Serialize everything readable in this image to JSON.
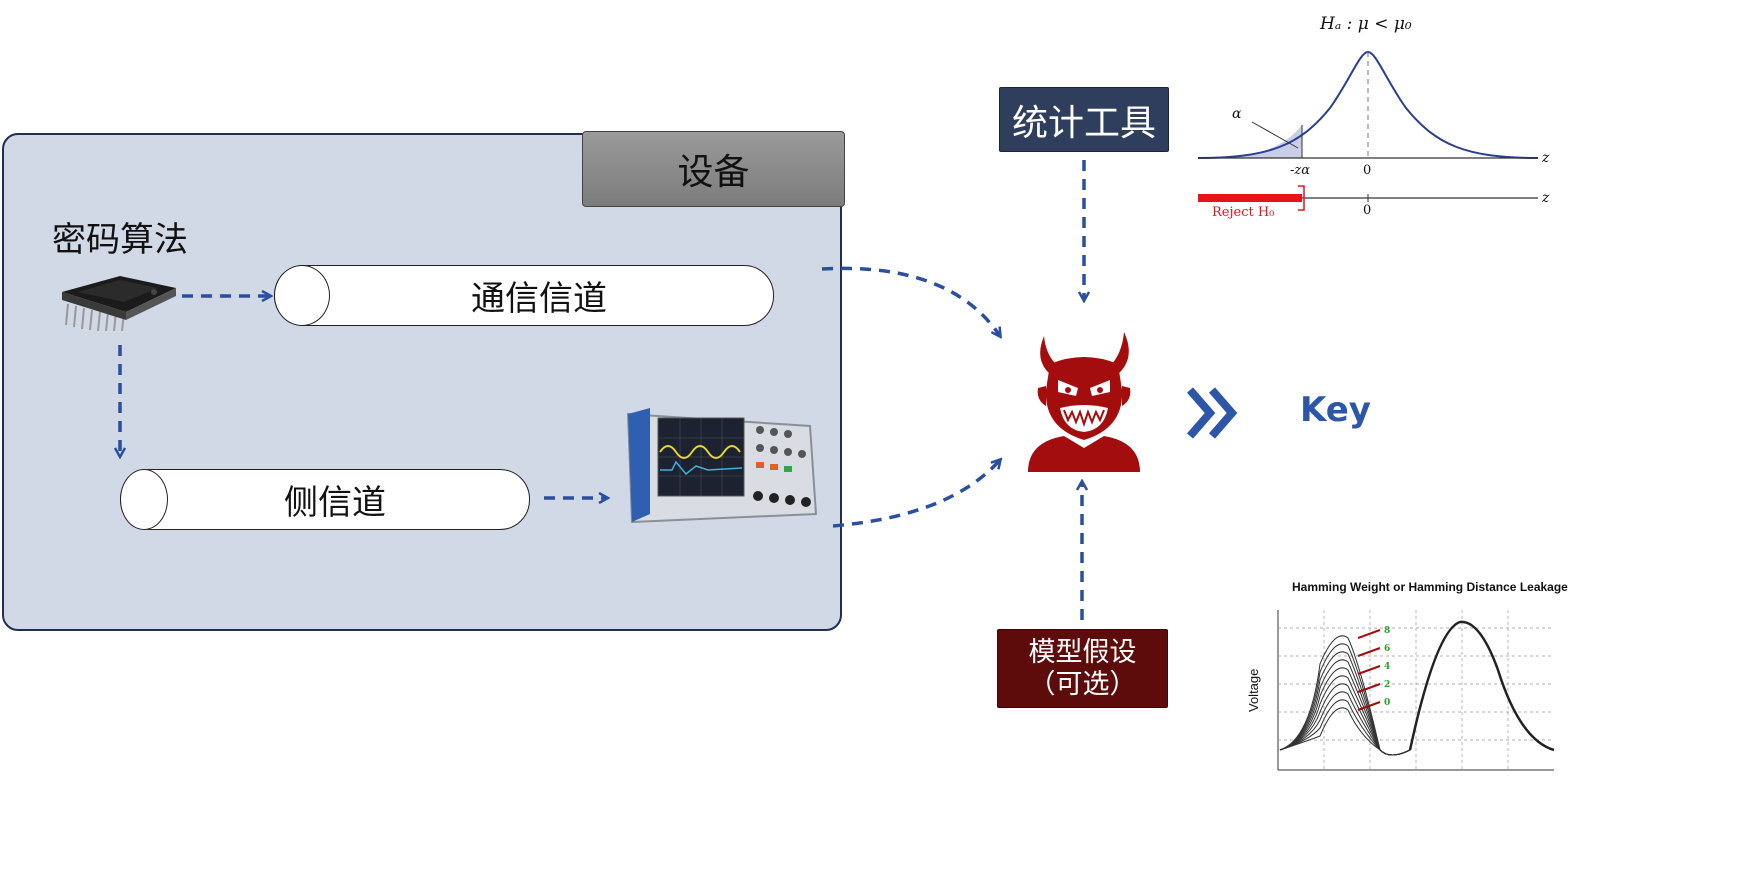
{
  "device": {
    "title": "设备"
  },
  "algorithm": {
    "label": "密码算法"
  },
  "channels": {
    "communication": "通信信道",
    "side": "侧信道"
  },
  "tools": {
    "statistics": "统计工具",
    "model_line1": "模型假设",
    "model_line2": "（可选）"
  },
  "output": {
    "key": "Key"
  },
  "hypothesis_chart": {
    "title": "Hₐ : μ < μ₀",
    "alpha": "α",
    "neg_z_alpha": "-zα",
    "zero_top": "0",
    "zero_bottom": "0",
    "z_top": "z",
    "z_bottom": "z",
    "reject": "Reject H₀"
  },
  "leakage_chart": {
    "title": "Hamming Weight or Hamming Distance Leakage",
    "ylabel": "Voltage",
    "hw_labels": [
      "8",
      "6",
      "4",
      "2",
      "0"
    ]
  },
  "colors": {
    "arrow": "#2a4ea0",
    "device_bg": "#d2d9e6",
    "devil": "#a30d0d",
    "reject_bar": "#e8121b",
    "curve": "#2b3f8f"
  },
  "icons": {
    "chip": "cpu-chip-icon",
    "oscilloscope": "oscilloscope-icon",
    "attacker": "devil-attacker-icon",
    "chevron": "double-chevron-right-icon"
  }
}
